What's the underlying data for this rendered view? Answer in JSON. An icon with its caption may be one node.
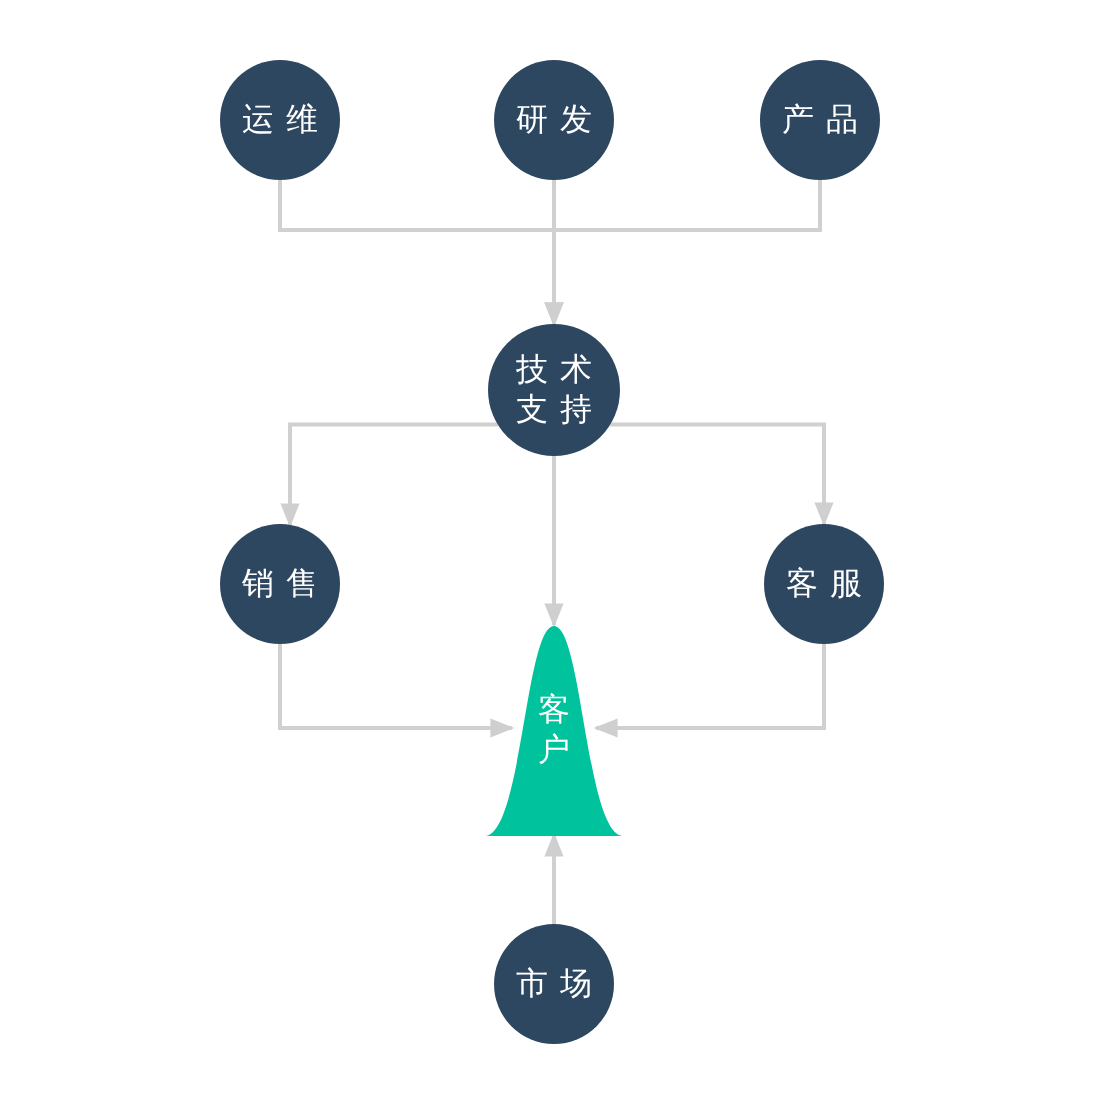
{
  "diagram": {
    "nodes": [
      {
        "text": [
          "运维"
        ]
      },
      {
        "text": [
          "研发"
        ]
      },
      {
        "text": [
          "产品"
        ]
      },
      {
        "text": [
          "技术支持"
        ]
      },
      {
        "text": [
          "销售"
        ]
      },
      {
        "text": [
          "客服"
        ]
      },
      {
        "text": [
          "客户"
        ]
      },
      {
        "text": [
          "市场"
        ]
      }
    ],
    "edges": [
      {
        "from": 0,
        "to": 3,
        "arrow": "to"
      },
      {
        "from": 1,
        "to": 3,
        "arrow": "to"
      },
      {
        "from": 2,
        "to": 3,
        "arrow": "to"
      },
      {
        "from": 3,
        "to": 4,
        "arrow": "to"
      },
      {
        "from": 3,
        "to": 5,
        "arrow": "to"
      },
      {
        "from": 3,
        "to": 6,
        "arrow": "to"
      },
      {
        "from": 4,
        "to": 6,
        "arrow": "to"
      },
      {
        "from": 5,
        "to": 6,
        "arrow": "to"
      },
      {
        "from": 7,
        "to": 6,
        "arrow": "to"
      }
    ]
  }
}
